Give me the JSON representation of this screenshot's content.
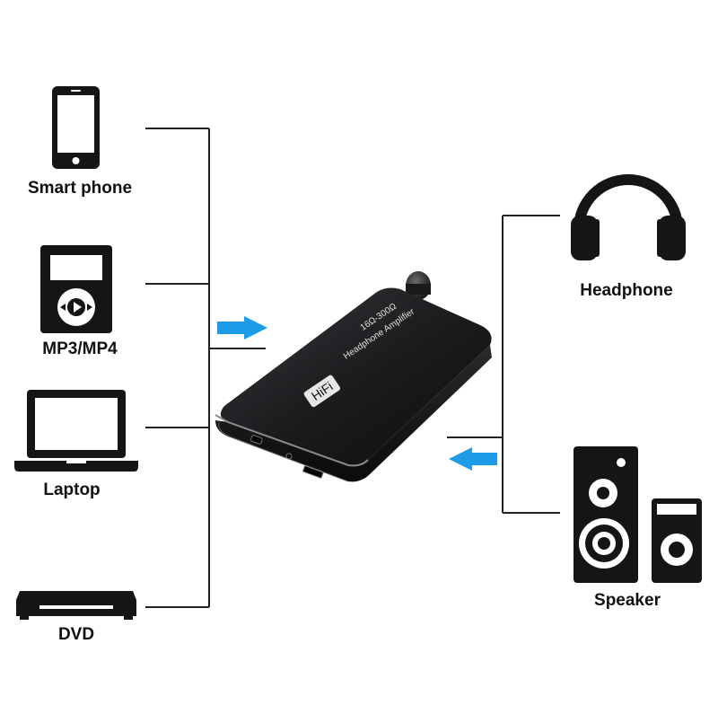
{
  "sources": {
    "smartphone": "Smart phone",
    "mp3": "MP3/MP4",
    "laptop": "Laptop",
    "dvd": "DVD"
  },
  "outputs": {
    "headphone": "Headphone",
    "speaker": "Speaker"
  },
  "device": {
    "badge": "HiFi",
    "impedance": "16Ω-300Ω",
    "name": "Headphone Amplifier"
  },
  "colors": {
    "arrow": "#1e9be6",
    "device_body": "#1b1b1d",
    "icon": "#151515",
    "line": "#222222"
  }
}
